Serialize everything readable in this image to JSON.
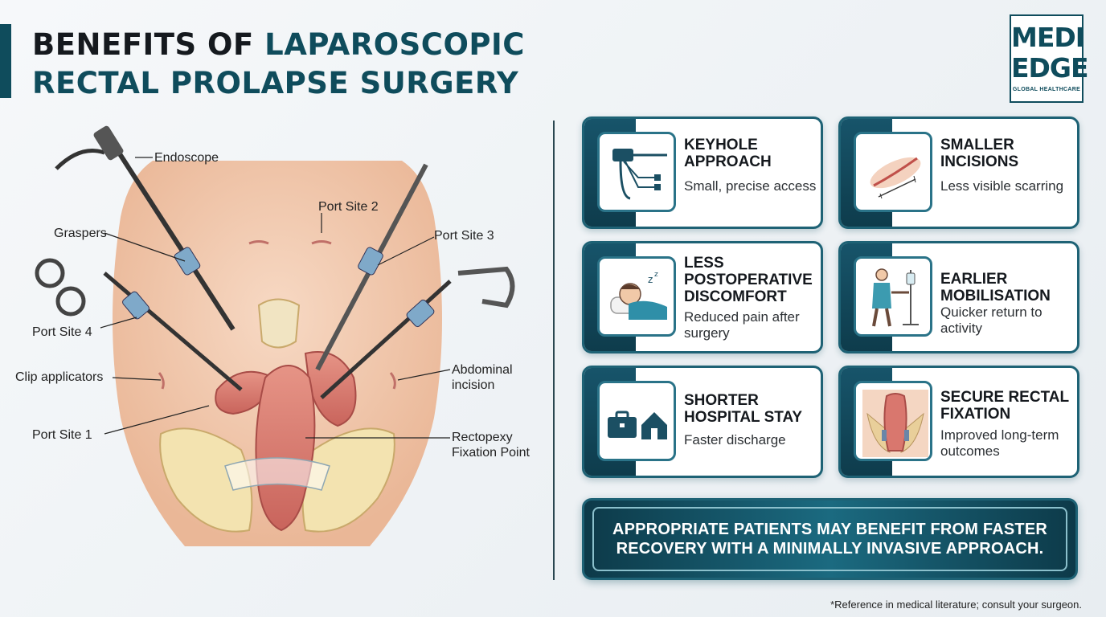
{
  "header": {
    "title_line1_part1": "BENEFITS OF ",
    "title_line1_part2": "LAPAROSCOPIC",
    "title_line2": "RECTAL PROLAPSE SURGERY"
  },
  "logo": {
    "line1": "MEDI",
    "line2": "EDGE",
    "tagline": "GLOBAL HEALTHCARE"
  },
  "diagram": {
    "labels": {
      "endoscope": "Endoscope",
      "port_site_2": "Port Site 2",
      "graspers": "Graspers",
      "port_site_3": "Port Site 3",
      "port_site_4": "Port Site 4",
      "clip_applicators": "Clip applicators",
      "abdominal_incision_1": "Abdominal",
      "abdominal_incision_2": "incision",
      "port_site_1": "Port Site 1",
      "rectopexy_1": "Rectopexy",
      "rectopexy_2": "Fixation Point"
    }
  },
  "benefits": [
    {
      "title": "KEYHOLE APPROACH",
      "desc": "Small, precise access",
      "icon": "endoscope-icon"
    },
    {
      "title": "SMALLER INCISIONS",
      "desc": "Less visible scarring",
      "icon": "incision-scar-icon"
    },
    {
      "title": "LESS POSTOPERATIVE DISCOMFORT",
      "desc": "Reduced pain after surgery",
      "icon": "sleeping-patient-icon"
    },
    {
      "title": "EARLIER MOBILISATION",
      "desc": "Quicker return to activity",
      "icon": "walking-patient-iv-icon"
    },
    {
      "title": "SHORTER HOSPITAL STAY",
      "desc": "Faster discharge",
      "icon": "briefcase-home-icon"
    },
    {
      "title": "SECURE RECTAL FIXATION",
      "desc": "Improved long-term outcomes",
      "icon": "rectal-fixation-icon"
    }
  ],
  "banner": {
    "text": "APPROPRIATE PATIENTS MAY BENEFIT FROM FASTER RECOVERY WITH A MINIMALLY INVASIVE APPROACH."
  },
  "footnote": "*Reference in medical literature; consult your surgeon.",
  "colors": {
    "primary": "#0f4c5c",
    "card_border": "#1e6275",
    "skin": "#f0c4a8",
    "tissue": "#d9776e"
  }
}
